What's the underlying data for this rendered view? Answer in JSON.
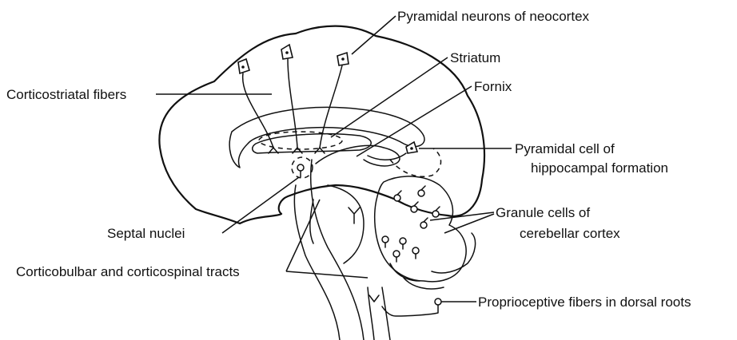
{
  "labels": {
    "pyramidal_neurons": "Pyramidal neurons of neocortex",
    "striatum": "Striatum",
    "fornix": "Fornix",
    "corticostriatal": "Corticostriatal fibers",
    "pyramidal_hippo_line1": "Pyramidal cell of",
    "pyramidal_hippo_line2": "hippocampal formation",
    "granule_line1": "Granule cells of",
    "granule_line2": "cerebellar cortex",
    "septal": "Septal nuclei",
    "corticobulbar": "Corticobulbar and corticospinal tracts",
    "proprioceptive": "Proprioceptive fibers in dorsal roots"
  }
}
